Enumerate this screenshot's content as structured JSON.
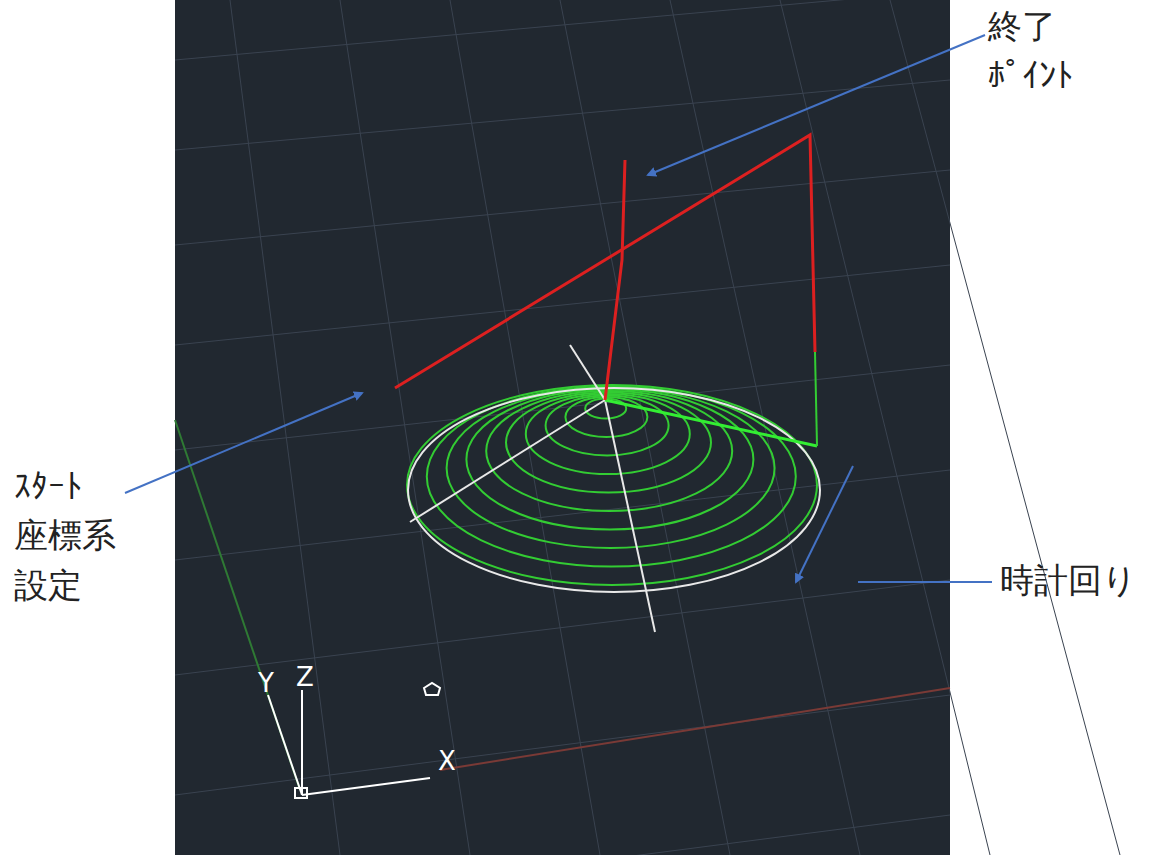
{
  "diagram": {
    "labels": [
      "終了 ﾎﾟｲﾝﾄ",
      "ｽﾀｰﾄ 座標系 設定",
      "時計回り",
      "Y",
      "Z",
      "X"
    ]
  }
}
